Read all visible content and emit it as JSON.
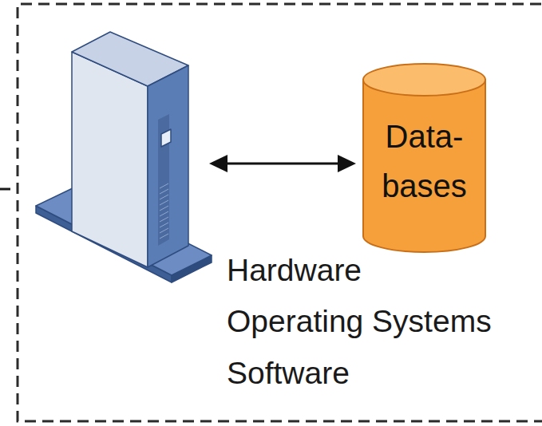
{
  "diagram": {
    "nodes": [
      {
        "text": [
          "Data- bases"
        ]
      }
    ],
    "labels": [
      "Hardware",
      "Operating Systems",
      "Software"
    ]
  }
}
